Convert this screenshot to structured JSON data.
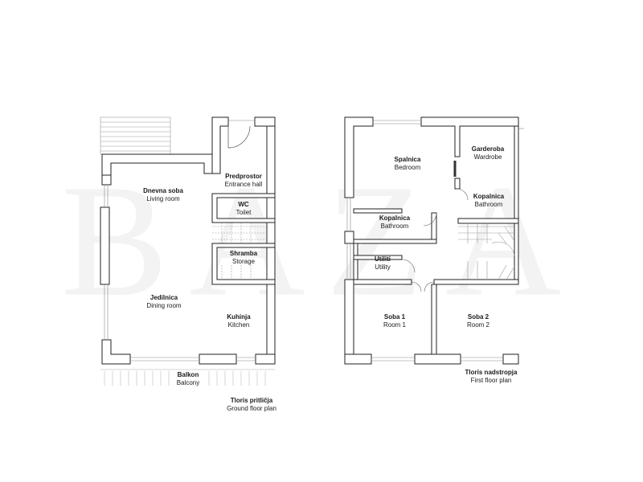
{
  "watermark": "BAZA",
  "ground_floor": {
    "title": "Tloris pritličja",
    "subtitle": "Ground floor plan",
    "rooms": {
      "entrance": {
        "name": "Predprostor",
        "translation": "Entrance hall"
      },
      "living": {
        "name": "Dnevna soba",
        "translation": "Living room"
      },
      "wc": {
        "name": "WC",
        "translation": "Toilet"
      },
      "storage": {
        "name": "Shramba",
        "translation": "Storage"
      },
      "dining": {
        "name": "Jedilnica",
        "translation": "Dining room"
      },
      "kitchen": {
        "name": "Kuhinja",
        "translation": "Kitchen"
      },
      "balcony": {
        "name": "Balkon",
        "translation": "Balcony"
      }
    }
  },
  "first_floor": {
    "title": "Tloris nadstropja",
    "subtitle": "First floor plan",
    "rooms": {
      "bedroom": {
        "name": "Spalnica",
        "translation": "Bedroom"
      },
      "wardrobe": {
        "name": "Garderoba",
        "translation": "Wardrobe"
      },
      "bathroom_right": {
        "name": "Kopalnica",
        "translation": "Bathroom"
      },
      "bathroom_left": {
        "name": "Kopalnica",
        "translation": "Bathroom"
      },
      "utility": {
        "name": "Utiliti",
        "translation": "Utility"
      },
      "room1": {
        "name": "Soba 1",
        "translation": "Room 1"
      },
      "room2": {
        "name": "Soba 2",
        "translation": "Room 2"
      }
    }
  }
}
